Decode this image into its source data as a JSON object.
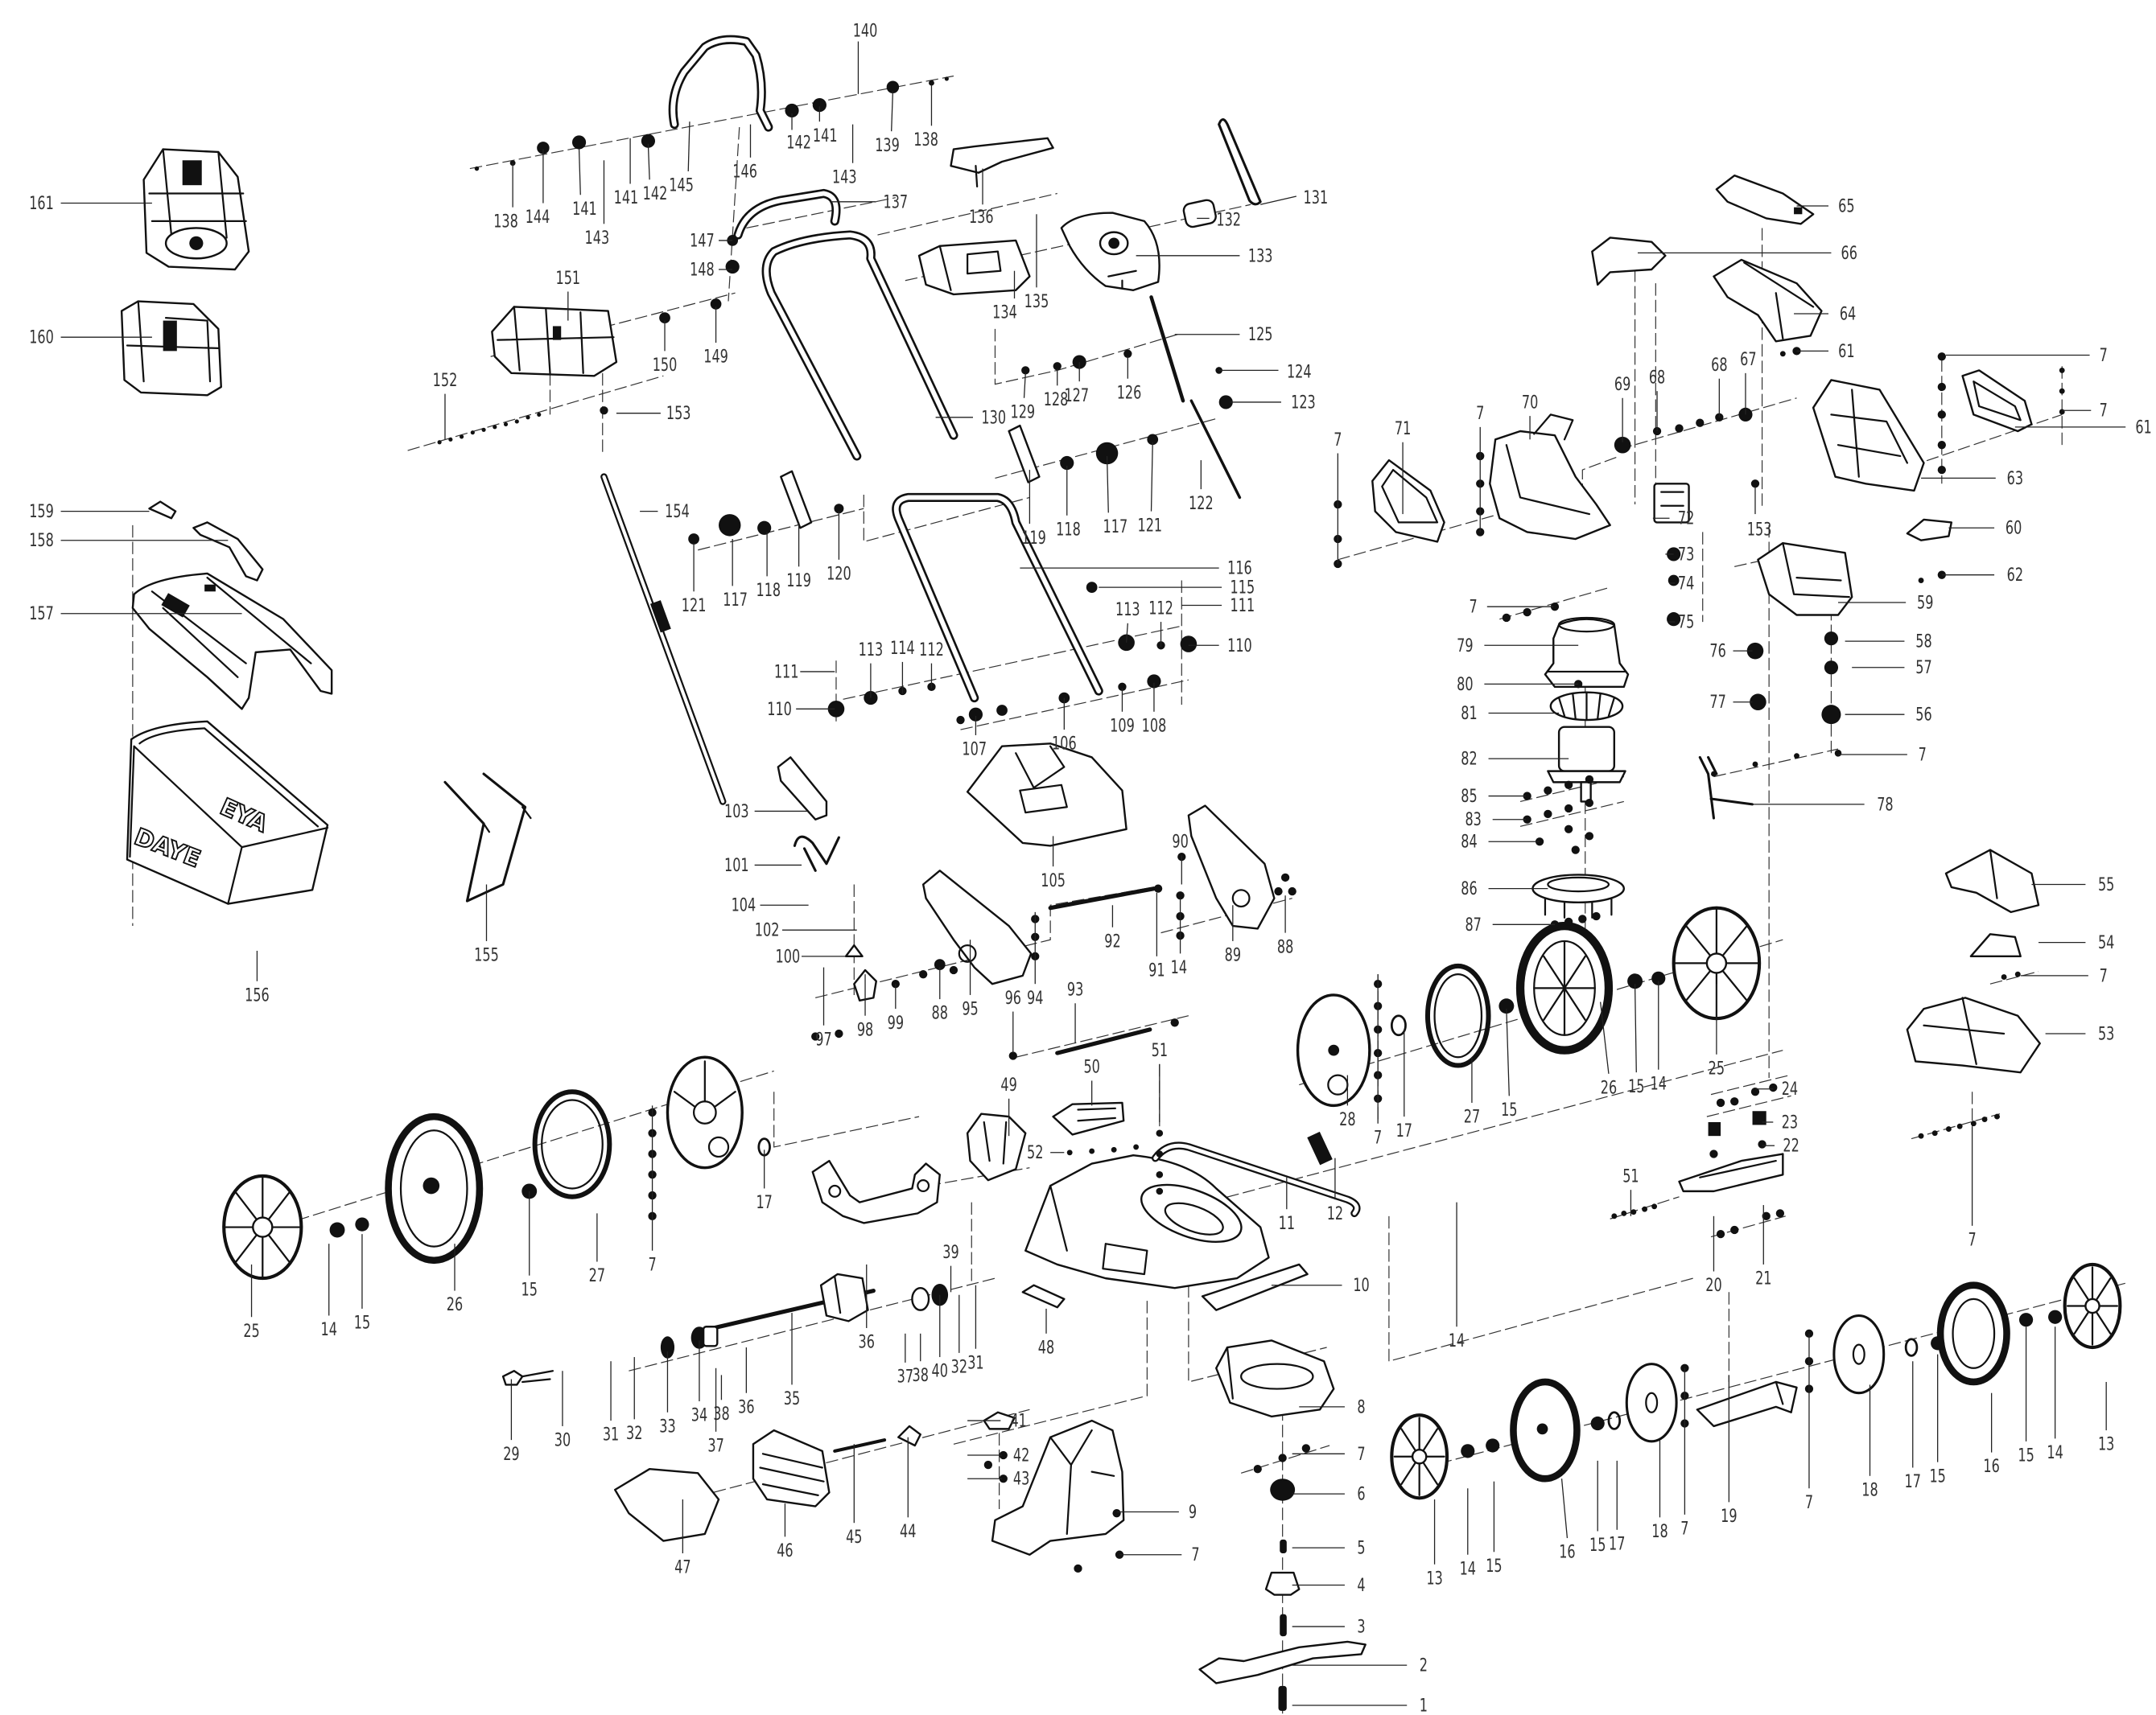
{
  "diagram": {
    "bag_logo_front": "DAYE",
    "bag_logo_side": "EYA",
    "callouts": [
      "140",
      "138",
      "144",
      "141",
      "143",
      "141",
      "142",
      "145",
      "146",
      "142",
      "141",
      "143",
      "139",
      "138",
      "137",
      "136",
      "131",
      "132",
      "133",
      "135",
      "134",
      "125",
      "124",
      "123",
      "126",
      "127",
      "128",
      "129",
      "130",
      "122",
      "121",
      "117",
      "118",
      "119",
      "65",
      "66",
      "64",
      "61",
      "7",
      "7",
      "61",
      "63",
      "60",
      "62",
      "59",
      "71",
      "70",
      "7",
      "7",
      "69",
      "68",
      "68",
      "67",
      "72",
      "153",
      "73",
      "74",
      "75",
      "7",
      "79",
      "80",
      "81",
      "82",
      "85",
      "83",
      "84",
      "86",
      "87",
      "76",
      "77",
      "58",
      "57",
      "56",
      "7",
      "78",
      "55",
      "54",
      "7",
      "53",
      "7",
      "161",
      "160",
      "151",
      "147",
      "148",
      "150",
      "149",
      "152",
      "153",
      "159",
      "158",
      "157",
      "154",
      "121",
      "117",
      "118",
      "119",
      "120",
      "156",
      "155",
      "116",
      "115",
      "111",
      "113",
      "112",
      "110",
      "111",
      "113",
      "114",
      "112",
      "110",
      "107",
      "106",
      "109",
      "108",
      "103",
      "101",
      "104",
      "102",
      "100",
      "105",
      "90",
      "92",
      "91",
      "14",
      "89",
      "88",
      "97",
      "98",
      "99",
      "88",
      "95",
      "96",
      "94",
      "93",
      "28",
      "7",
      "17",
      "27",
      "15",
      "26",
      "15",
      "14",
      "25",
      "24",
      "23",
      "22",
      "51",
      "21",
      "20",
      "11",
      "12",
      "10",
      "14",
      "51",
      "50",
      "49",
      "52",
      "39",
      "48",
      "17",
      "7",
      "27",
      "15",
      "26",
      "25",
      "14",
      "15",
      "36",
      "37",
      "38",
      "40",
      "32",
      "31",
      "35",
      "36",
      "34",
      "38",
      "37",
      "33",
      "32",
      "31",
      "30",
      "29",
      "41",
      "42",
      "43",
      "44",
      "45",
      "46",
      "47",
      "9",
      "7",
      "8",
      "7",
      "6",
      "5",
      "4",
      "3",
      "2",
      "1",
      "13",
      "14",
      "15",
      "16",
      "15",
      "17",
      "18",
      "7",
      "19",
      "7",
      "18",
      "17",
      "15",
      "16",
      "15",
      "14",
      "13"
    ]
  }
}
